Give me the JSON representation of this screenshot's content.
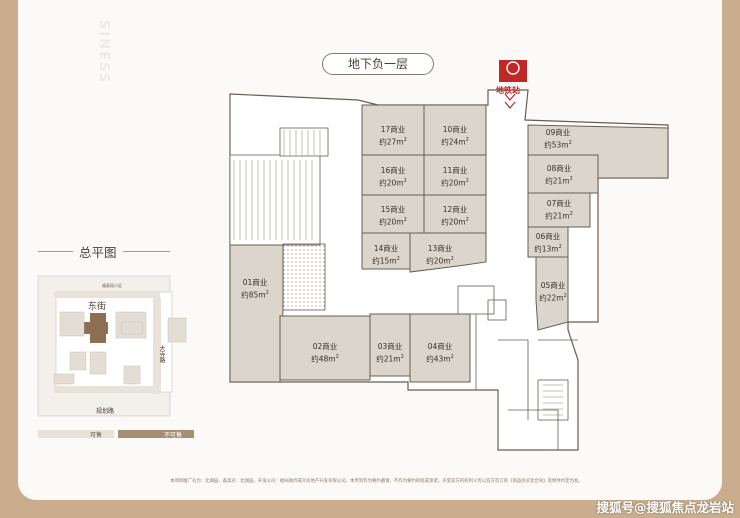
{
  "watermark": "SINESS",
  "floor_title": "地下负一层",
  "site_plan": {
    "title": "总平图",
    "street_east": "东街",
    "road_big_temple": "大寺路",
    "road_planned": "规划路",
    "small_label": "福泰园小区"
  },
  "metro": {
    "label": "地铁站"
  },
  "units": [
    {
      "id": "17",
      "name": "17商业",
      "area": "约27m"
    },
    {
      "id": "10",
      "name": "10商业",
      "area": "约24m"
    },
    {
      "id": "16",
      "name": "16商业",
      "area": "约20m"
    },
    {
      "id": "11",
      "name": "11商业",
      "area": "约20m"
    },
    {
      "id": "15",
      "name": "15商业",
      "area": "约20m"
    },
    {
      "id": "12",
      "name": "12商业",
      "area": "约20m"
    },
    {
      "id": "14",
      "name": "14商业",
      "area": "约15m"
    },
    {
      "id": "13",
      "name": "13商业",
      "area": "约20m"
    },
    {
      "id": "09",
      "name": "09商业",
      "area": "约53m"
    },
    {
      "id": "08",
      "name": "08商业",
      "area": "约21m"
    },
    {
      "id": "07",
      "name": "07商业",
      "area": "约21m"
    },
    {
      "id": "06",
      "name": "06商业",
      "area": "约13m"
    },
    {
      "id": "05",
      "name": "05商业",
      "area": "约22m"
    },
    {
      "id": "01",
      "name": "01商业",
      "area": "约85m"
    },
    {
      "id": "02",
      "name": "02商业",
      "area": "约48m"
    },
    {
      "id": "03",
      "name": "03商业",
      "area": "约21m"
    },
    {
      "id": "04",
      "name": "04商业",
      "area": "约43m"
    }
  ],
  "legend": {
    "available": "可售",
    "unavailable": "不可售"
  },
  "footnote": "本项目推广名为：北湖园，备案名：北湖园，开发公司：福州融侨成众房地产开发有限公司。本传资料为要约邀请，不作为要约的组成承诺，买受双方的权利义务以双方签订的《商品房买卖合同》及附件约定为准。",
  "credit": "搜狐号@搜狐焦点龙岩站",
  "colors": {
    "unit_fill": "#dcd5cb",
    "accent": "#c02828",
    "frame": "#c9ad8c"
  }
}
